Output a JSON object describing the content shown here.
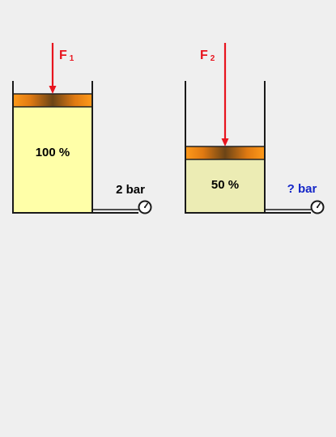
{
  "diagram": {
    "left": {
      "force_symbol": "F",
      "force_index": "1",
      "fill_label": "100 %",
      "pressure_label": "2 bar",
      "fill_fraction": 1.0
    },
    "right": {
      "force_symbol": "F",
      "force_index": "2",
      "fill_label": "50 %",
      "pressure_label": "? bar",
      "fill_fraction": 0.5
    },
    "colors": {
      "background": "#efefef",
      "force_arrow": "#e8141e",
      "fluid_full": "#ffffa8",
      "fluid_compressed": "#ececb4",
      "piston_edge": "#ff9a1a",
      "piston_center": "#6b4416",
      "wall": "#1a1a1a",
      "pressure_known": "#000000",
      "pressure_unknown": "#1426c8"
    }
  }
}
